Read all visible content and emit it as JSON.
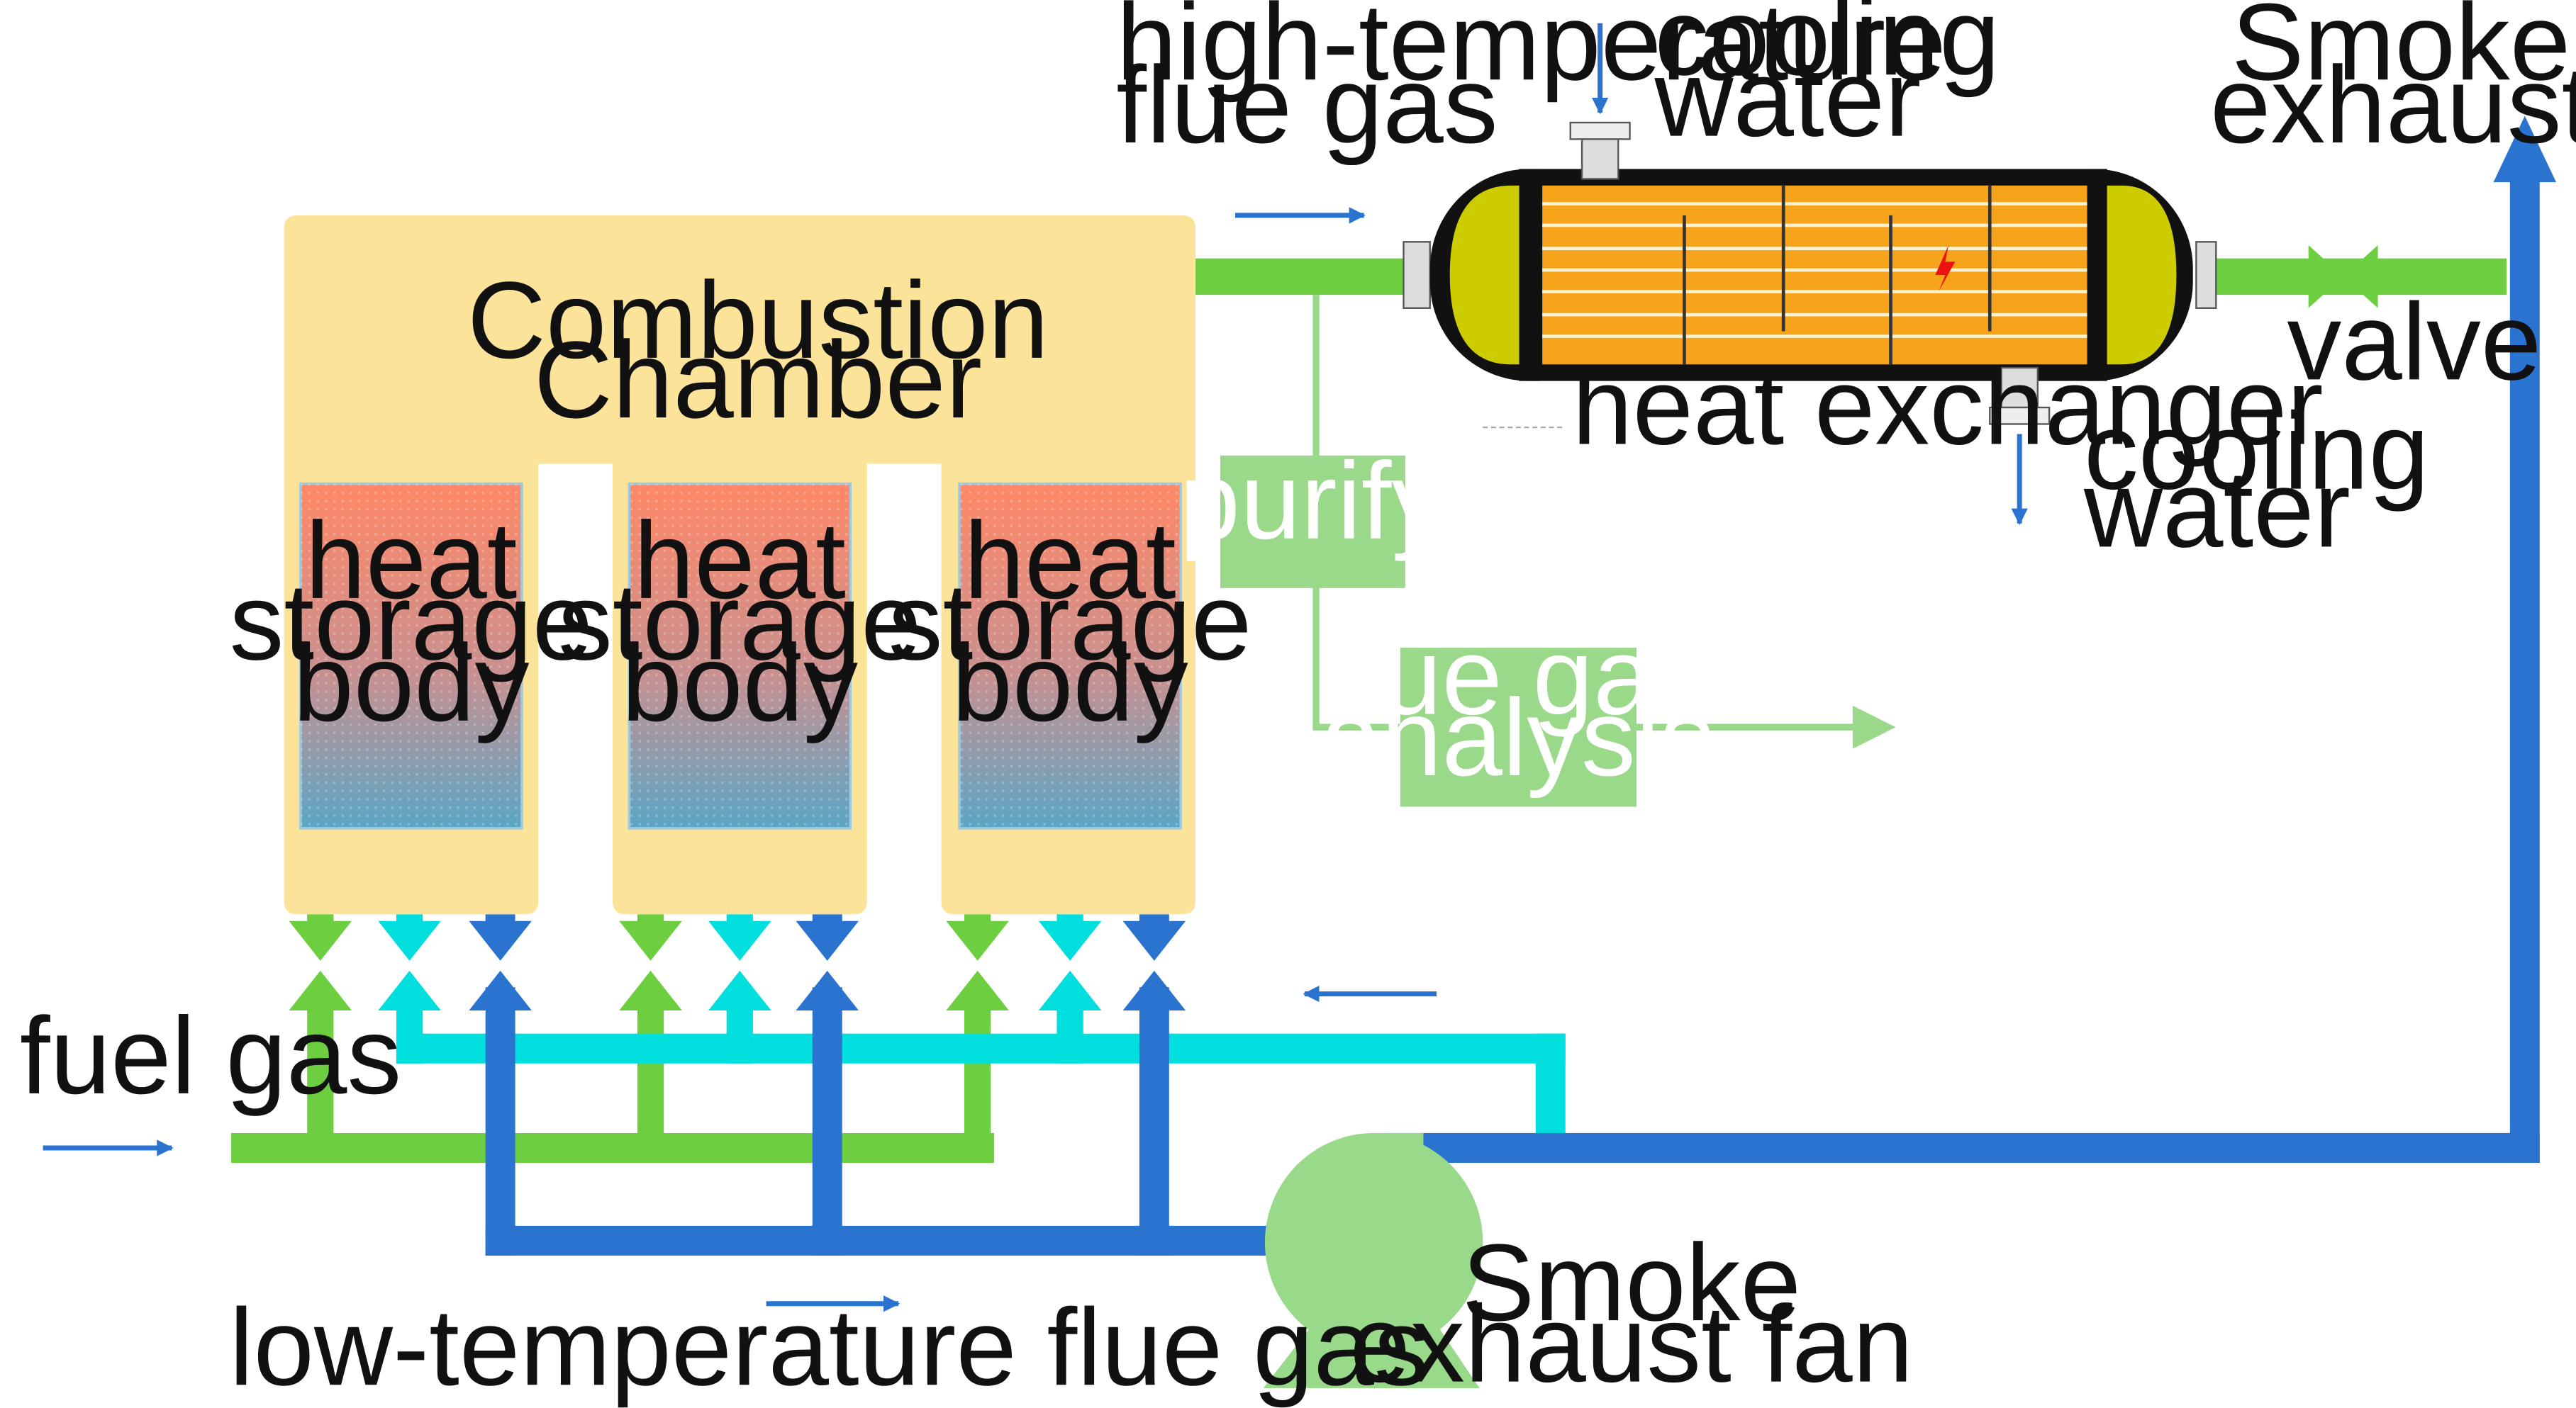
{
  "labels": {
    "hot_gas_1": "high-temperature",
    "hot_gas_2": "flue gas",
    "cooling_in_1": "cooling",
    "cooling_in_2": "water",
    "smoke_exhaust_1": "Smoke",
    "smoke_exhaust_2": "exhaust",
    "chamber_1": "Combustion",
    "chamber_2": "Chamber",
    "valve": "valve",
    "heat_exchanger": "heat exchanger",
    "cooling_out_1": "cooling",
    "cooling_out_2": "water",
    "purify": "purify",
    "analysis_1": "flue gas",
    "analysis_2": "analysis",
    "fuel_gas": "fuel gas",
    "fan_1": "Smoke",
    "fan_2": "exhaust fan",
    "low_gas": "low-temperature flue gas"
  },
  "storage_bodies": [
    {
      "line1": "heat",
      "line2": "storage",
      "line3": "body"
    },
    {
      "line1": "heat",
      "line2": "storage",
      "line3": "body"
    },
    {
      "line1": "heat",
      "line2": "storage",
      "line3": "body"
    }
  ],
  "colors": {
    "fuel_pipe": "#6dcf3f",
    "air_pipe": "#00dede",
    "flue_pipe": "#2a74d0",
    "hot_flue_pipe": "#6dcf3f",
    "purify_line": "#9ad88a",
    "chamber": "#fbe49a",
    "fan": "#98d98a",
    "exchanger_core": "#f7a41c",
    "exchanger_head": "#cccc00",
    "arrow": "#2a74d0"
  }
}
